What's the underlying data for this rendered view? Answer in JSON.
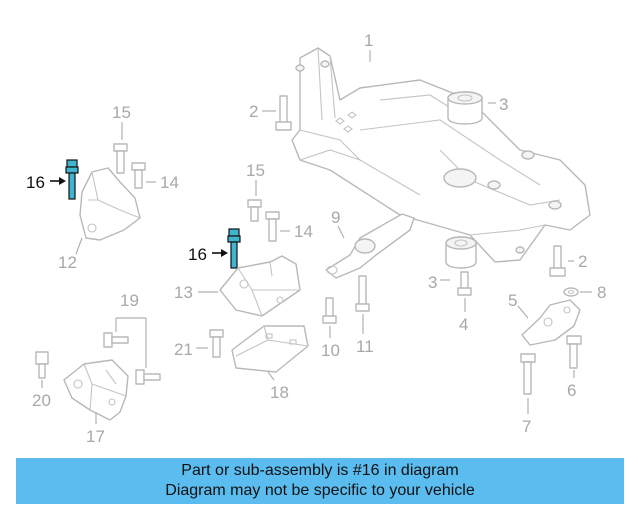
{
  "callouts": {
    "c1": "1",
    "c2a": "2",
    "c2b": "2",
    "c3a": "3",
    "c3b": "3",
    "c4": "4",
    "c5": "5",
    "c6": "6",
    "c7": "7",
    "c8": "8",
    "c9": "9",
    "c10": "10",
    "c11": "11",
    "c12": "12",
    "c13": "13",
    "c14a": "14",
    "c14b": "14",
    "c15a": "15",
    "c15b": "15",
    "c16a": "16",
    "c16b": "16",
    "c17": "17",
    "c18": "18",
    "c19": "19",
    "c20": "20",
    "c21": "21"
  },
  "highlight": {
    "part_number": "16",
    "color": "#3fb5cf"
  },
  "banner": {
    "line1": "Part or sub-assembly is #16 in diagram",
    "line2": "Diagram may not be specific to your vehicle",
    "background": "#5bbcf0"
  }
}
